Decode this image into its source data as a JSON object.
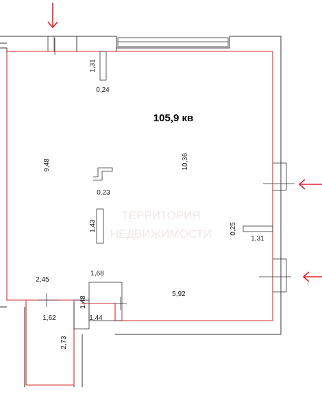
{
  "area_label": "105,9 кв",
  "watermark": [
    "ТЕРРИТОРИЯ",
    "НЕДВИЖИМОСТИ"
  ],
  "dimensions": {
    "col_height": "1,31",
    "col_width": "0,24",
    "left_wall": "9,48",
    "right_wall": "10,36",
    "column_small": "0,23",
    "partition": "1,43",
    "right_stub_height": "0,25",
    "right_stub_length": "1,31",
    "bath_top": "1,68",
    "bath_height": "1,48",
    "bath_bottom": "1,44",
    "balcony_top": "2,45",
    "balcony_inner": "1,62",
    "balcony_height": "2,73",
    "bottom_wall": "5,92"
  },
  "colors": {
    "outline": "#d42a2a",
    "arrow": "#e0202a",
    "wall": "#333333"
  }
}
